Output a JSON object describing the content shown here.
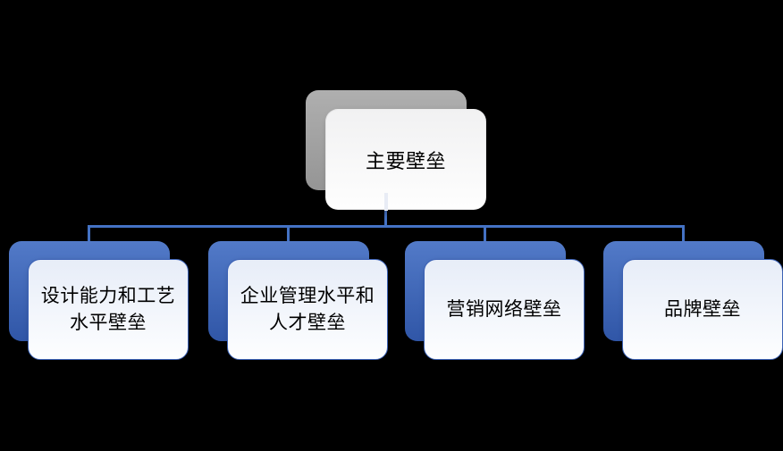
{
  "root": {
    "label": "主要壁垒"
  },
  "children": [
    {
      "lines": [
        "设计能力和工艺",
        "水平壁垒"
      ]
    },
    {
      "lines": [
        "企业管理水平和",
        "人才壁垒"
      ]
    },
    {
      "lines": [
        "营销网络壁垒"
      ]
    },
    {
      "lines": [
        "品牌壁垒"
      ]
    }
  ],
  "colors": {
    "background": "#000000",
    "connector": "#4472C4",
    "connector_faint": "#E8ECF5",
    "text": "#000000",
    "blue_top": "#527AC8",
    "blue_bottom": "#3056A7",
    "gray_top": "#AFAFAF",
    "gray_bottom": "#959595",
    "card_top": "#E7EDF8",
    "card_bottom": "#FDFEFF",
    "card_border": "#3C62B5",
    "root_card_top": "#F1F1F2",
    "root_card_bottom": "#FEFEFE"
  }
}
